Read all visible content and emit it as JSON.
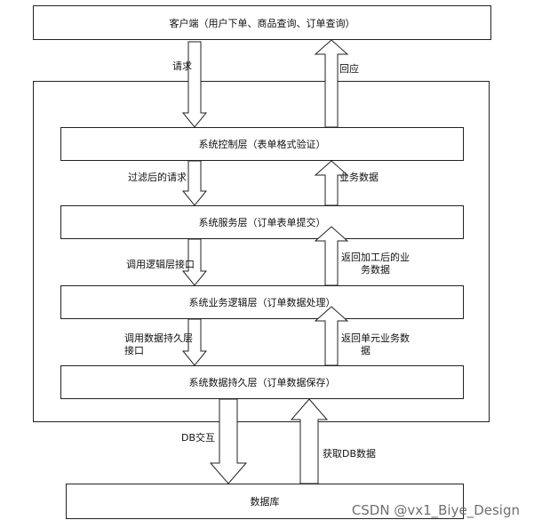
{
  "layers": {
    "client": "客户端（用户下单、商品查询、订单查询）",
    "control": "系统控制层（表单格式验证）",
    "service": "系统服务层（订单表单提交）",
    "business": "系统业务逻辑层（订单数据处理）",
    "persistence": "系统数据持久层（订单数据保存）",
    "database": "数据库"
  },
  "arrows": {
    "request": "请求",
    "response": "回应",
    "filtered_request": "过滤后的请求",
    "business_data": "业务数据",
    "call_logic_line1": "调用逻辑层接口",
    "return_processed_line1": "返回加工后的业",
    "return_processed_line2": "务数据",
    "call_persist_line1": "调用数据持久层",
    "call_persist_line2": "接口",
    "return_unit_line1": "返回单元业务数",
    "return_unit_line2": "据",
    "db_interact": "DB交互",
    "get_db_data": "获取DB数据"
  },
  "watermark": "CSDN @vx1_Biye_Design"
}
